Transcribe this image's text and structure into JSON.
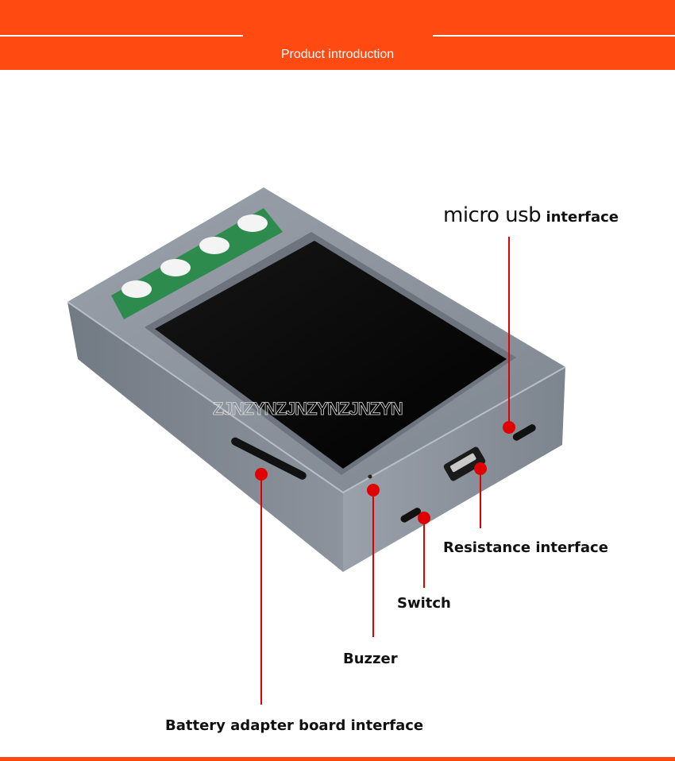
{
  "banner": {
    "title": "Product introduction",
    "color": "#ff4a12"
  },
  "watermark": "ZJNZYNZJNZYNZJNZYN",
  "callouts": {
    "micro_usb": {
      "main": "micro usb",
      "suffix": " interface"
    },
    "resistance": "Resistance interface",
    "switch": "Switch",
    "buzzer": "Buzzer",
    "battery": "Battery adapter board interface"
  },
  "colors": {
    "accent_red": "#e00000",
    "device_body": "#8a929d",
    "screen": "#050505",
    "led_strip": "#2e8b4e"
  }
}
